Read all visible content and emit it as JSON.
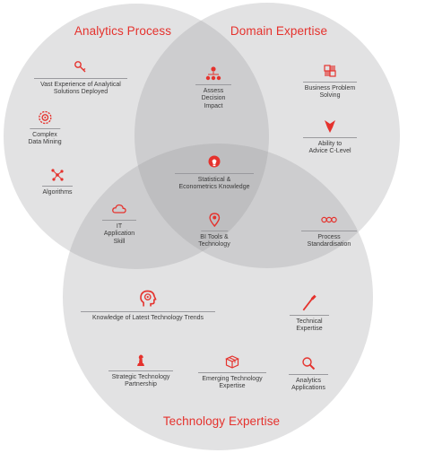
{
  "colors": {
    "accent": "#e5322d",
    "circle_fill": "rgba(150,150,155,0.28)",
    "text": "#3a3a3a"
  },
  "sets": {
    "analytics": "Analytics Process",
    "domain": "Domain Expertise",
    "technology": "Technology Expertise"
  },
  "items": {
    "vast_experience": {
      "label": "Vast Experience of Analytical\nSolutions Deployed",
      "icon": "key-icon"
    },
    "complex_data_mining": {
      "label": "Complex\nData Mining",
      "icon": "target-gear-icon"
    },
    "algorithms": {
      "label": "Algorithms",
      "icon": "network-nodes-icon"
    },
    "assess_decision": {
      "label": "Assess\nDecision\nImpact",
      "icon": "hierarchy-icon"
    },
    "business_problem": {
      "label": "Business Problem\nSolving",
      "icon": "puzzle-icon"
    },
    "advice_clevel": {
      "label": "Ability to\nAdvice C-Level",
      "icon": "tie-icon"
    },
    "statistical": {
      "label": "Statistical &\nEconometrics Knowledge",
      "icon": "lightbulb-icon"
    },
    "it_application": {
      "label": "IT\nApplication\nSkill",
      "icon": "cloud-icon"
    },
    "bi_tools": {
      "label": "BI Tools &\nTechnology",
      "icon": "map-pin-icon"
    },
    "process_standard": {
      "label": "Process\nStandardisation",
      "icon": "process-circles-icon"
    },
    "latest_tech": {
      "label": "Knowledge of Latest Technology Trends",
      "icon": "brain-head-icon"
    },
    "technical_expertise": {
      "label": "Technical\nExpertise",
      "icon": "screwdriver-icon"
    },
    "strategic_partnership": {
      "label": "Strategic Technology\nPartnership",
      "icon": "chess-icon"
    },
    "emerging_tech": {
      "label": "Emerging Technology\nExpertise",
      "icon": "gift-box-icon"
    },
    "analytics_apps": {
      "label": "Analytics\nApplications",
      "icon": "magnifier-icon"
    }
  }
}
